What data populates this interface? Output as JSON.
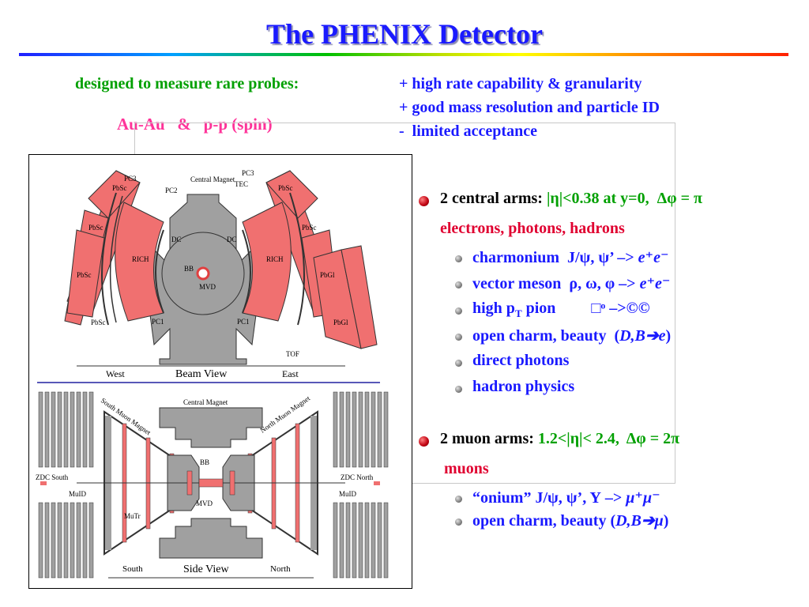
{
  "title": "The PHENIX Detector",
  "left_header": {
    "designed": "designed to measure rare probes:",
    "systems": "Au-Au   &   p-p (spin)"
  },
  "right_header": [
    "+ high rate capability & granularity",
    "+ good mass resolution and particle ID",
    "-  limited acceptance"
  ],
  "central": {
    "label": "2 central arms:",
    "cond": "|η|<0.38 at y=0,  Δφ = π",
    "subtitle": "electrons, photons, hadrons",
    "items": [
      {
        "text": "charmonium  J/ψ, ψ’ –> ",
        "em": "e⁺e⁻"
      },
      {
        "text": "vector meson  ρ, ω, φ –> ",
        "em": "e⁺e⁻"
      },
      {
        "text": "high p",
        "sub": "T",
        "tail": " pion         □ᵒ –>©©"
      },
      {
        "text": "open charm, beauty  (",
        "em": "D,B➔e",
        "tail": ")"
      },
      {
        "text": "direct photons"
      },
      {
        "text": "hadron physics"
      }
    ]
  },
  "muon": {
    "label": "2 muon arms:",
    "cond": "1.2<|η|< 2.4,  Δφ = 2π",
    "subtitle": "muons",
    "items": [
      {
        "text": "“onium” J/ψ, ψ’, Υ –> ",
        "em": "μ⁺μ⁻"
      },
      {
        "text": "open charm, beauty (",
        "em": "D,B➔μ",
        "tail": ")"
      }
    ]
  },
  "diagram_labels": {
    "beam_view": "Beam View",
    "west": "West",
    "east": "East",
    "side_view": "Side View",
    "south": "South",
    "north": "North",
    "central_magnet_top": "Central Magnet",
    "central_magnet_side": "Central Magnet",
    "pc3": "PC3",
    "pc2": "PC2",
    "pc1": "PC1",
    "tec": "TEC",
    "pbsc": "PbSc",
    "pbgl": "PbGl",
    "dc": "DC",
    "rich": "RICH",
    "bb": "BB",
    "mvd": "MVD",
    "tof": "TOF",
    "south_muon_magnet": "South Muon Magnet",
    "north_muon_magnet": "North Muon Magnet",
    "zdc_south": "ZDC South",
    "zdc_north": "ZDC North",
    "muid": "MuID",
    "mutr": "MuTr"
  },
  "colors": {
    "title": "#1a1aff",
    "green": "#00a000",
    "pink": "#ff3399",
    "red": "#e00030",
    "detector_pink": "#f07070",
    "magnet_gray": "#a0a0a0"
  }
}
